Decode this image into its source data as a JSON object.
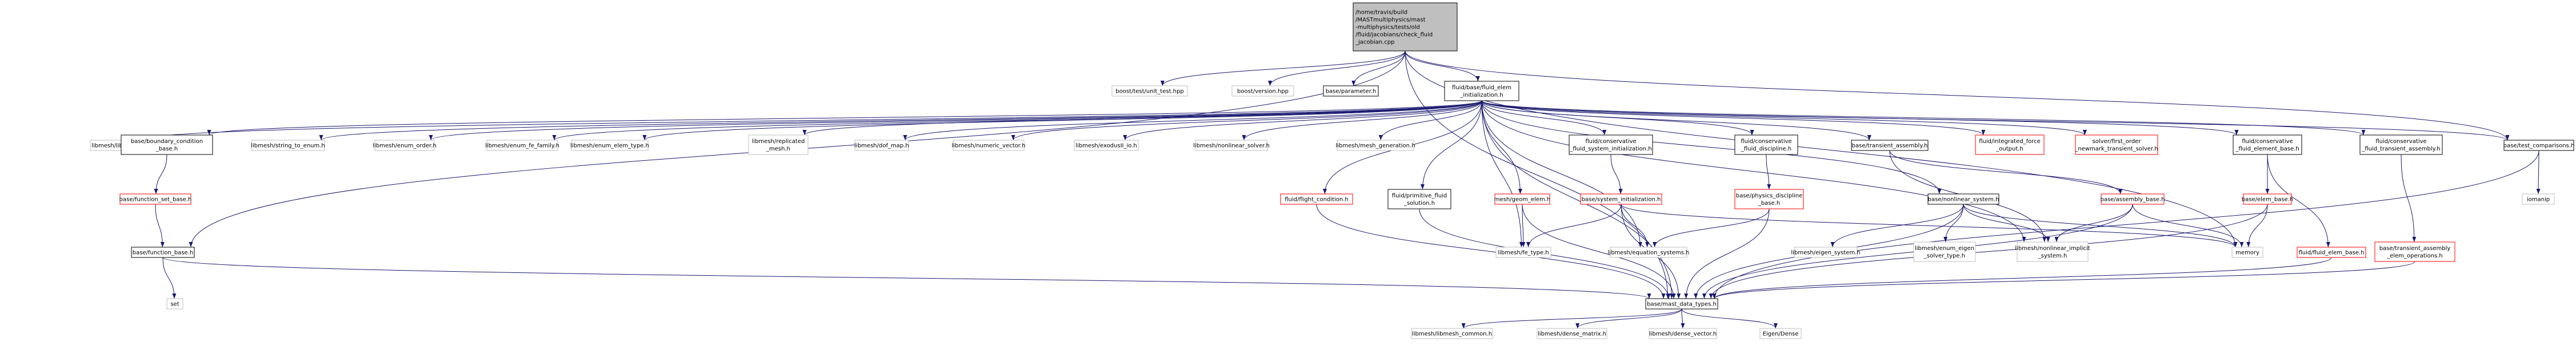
{
  "graph": {
    "nodes": [
      {
        "id": "root",
        "lines": [
          "/home/travis/build",
          "/MASTmultiphysics/mast",
          "-multiphysics/tests/old",
          "/fluid/jacobians/check_fluid",
          "_jacobian.cpp"
        ],
        "style": "root"
      },
      {
        "id": "unit_test",
        "lines": [
          "boost/test/unit_test.hpp"
        ],
        "style": "gray"
      },
      {
        "id": "version",
        "lines": [
          "boost/version.hpp"
        ],
        "style": "gray"
      },
      {
        "id": "parameter",
        "lines": [
          "base/parameter.h"
        ],
        "style": "black"
      },
      {
        "id": "fluid_elem_init",
        "lines": [
          "fluid/base/fluid_elem",
          "_initialization.h"
        ],
        "style": "black"
      },
      {
        "id": "test_comparisons",
        "lines": [
          "base/test_comparisons.h"
        ],
        "style": "black"
      },
      {
        "id": "libmesh_h",
        "lines": [
          "libmesh/libmesh.h"
        ],
        "style": "gray"
      },
      {
        "id": "boundary_cond",
        "lines": [
          "base/boundary_condition",
          "_base.h"
        ],
        "style": "black"
      },
      {
        "id": "string_to_enum",
        "lines": [
          "libmesh/string_to_enum.h"
        ],
        "style": "gray"
      },
      {
        "id": "enum_order",
        "lines": [
          "libmesh/enum_order.h"
        ],
        "style": "gray"
      },
      {
        "id": "enum_fe_family",
        "lines": [
          "libmesh/enum_fe_family.h"
        ],
        "style": "gray"
      },
      {
        "id": "enum_elem_type",
        "lines": [
          "libmesh/enum_elem_type.h"
        ],
        "style": "gray"
      },
      {
        "id": "replicated_mesh",
        "lines": [
          "libmesh/replicated",
          "_mesh.h"
        ],
        "style": "gray"
      },
      {
        "id": "dof_map",
        "lines": [
          "libmesh/dof_map.h"
        ],
        "style": "gray"
      },
      {
        "id": "numeric_vector",
        "lines": [
          "libmesh/numeric_vector.h"
        ],
        "style": "gray"
      },
      {
        "id": "exodusII_io",
        "lines": [
          "libmesh/exodusII_io.h"
        ],
        "style": "gray"
      },
      {
        "id": "nonlinear_solver",
        "lines": [
          "libmesh/nonlinear_solver.h"
        ],
        "style": "gray"
      },
      {
        "id": "mesh_generation",
        "lines": [
          "libmesh/mesh_generation.h"
        ],
        "style": "gray"
      },
      {
        "id": "cons_sys_init",
        "lines": [
          "fluid/conservative",
          "_fluid_system_initialization.h"
        ],
        "style": "black"
      },
      {
        "id": "cons_disc",
        "lines": [
          "fluid/conservative",
          "_fluid_discipline.h"
        ],
        "style": "black"
      },
      {
        "id": "transient_assembly",
        "lines": [
          "base/transient_assembly.h"
        ],
        "style": "black"
      },
      {
        "id": "integrated_force",
        "lines": [
          "fluid/integrated_force",
          "_output.h"
        ],
        "style": "red"
      },
      {
        "id": "first_order_newmark",
        "lines": [
          "solver/first_order",
          "_newmark_transient_solver.h"
        ],
        "style": "red"
      },
      {
        "id": "cons_elem_base",
        "lines": [
          "fluid/conservative",
          "_fluid_element_base.h"
        ],
        "style": "black"
      },
      {
        "id": "cons_trans_asm",
        "lines": [
          "fluid/conservative",
          "_fluid_transient_assembly.h"
        ],
        "style": "black"
      },
      {
        "id": "iomanip",
        "lines": [
          "iomanip"
        ],
        "style": "gray"
      },
      {
        "id": "function_set_base",
        "lines": [
          "base/function_set_base.h"
        ],
        "style": "red"
      },
      {
        "id": "flight_condition",
        "lines": [
          "fluid/flight_condition.h"
        ],
        "style": "red"
      },
      {
        "id": "primitive_solution",
        "lines": [
          "fluid/primitive_fluid",
          "_solution.h"
        ],
        "style": "black"
      },
      {
        "id": "geom_elem",
        "lines": [
          "mesh/geom_elem.h"
        ],
        "style": "red"
      },
      {
        "id": "system_init",
        "lines": [
          "base/system_initialization.h"
        ],
        "style": "red"
      },
      {
        "id": "physics_discipline",
        "lines": [
          "base/physics_discipline",
          "_base.h"
        ],
        "style": "red"
      },
      {
        "id": "nonlinear_system",
        "lines": [
          "base/nonlinear_system.h"
        ],
        "style": "black"
      },
      {
        "id": "assembly_base",
        "lines": [
          "base/assembly_base.h"
        ],
        "style": "red"
      },
      {
        "id": "elem_base",
        "lines": [
          "base/elem_base.h"
        ],
        "style": "red"
      },
      {
        "id": "fluid_elem_base",
        "lines": [
          "fluid/fluid_elem_base.h"
        ],
        "style": "red"
      },
      {
        "id": "trans_asm_elem_ops",
        "lines": [
          "base/transient_assembly",
          "_elem_operations.h"
        ],
        "style": "red"
      },
      {
        "id": "function_base",
        "lines": [
          "base/function_base.h"
        ],
        "style": "black"
      },
      {
        "id": "fe_type",
        "lines": [
          "libmesh/fe_type.h"
        ],
        "style": "gray"
      },
      {
        "id": "equation_systems",
        "lines": [
          "libmesh/equation_systems.h"
        ],
        "style": "gray"
      },
      {
        "id": "eigen_system",
        "lines": [
          "libmesh/eigen_system.h"
        ],
        "style": "gray"
      },
      {
        "id": "enum_eigen_solver",
        "lines": [
          "libmesh/enum_eigen",
          "_solver_type.h"
        ],
        "style": "gray"
      },
      {
        "id": "nonlinear_implicit",
        "lines": [
          "libmesh/nonlinear_implicit",
          "_system.h"
        ],
        "style": "gray"
      },
      {
        "id": "memory",
        "lines": [
          "memory"
        ],
        "style": "gray"
      },
      {
        "id": "set",
        "lines": [
          "set"
        ],
        "style": "gray"
      },
      {
        "id": "mast_data_types",
        "lines": [
          "base/mast_data_types.h"
        ],
        "style": "black"
      },
      {
        "id": "libmesh_common",
        "lines": [
          "libmesh/libmesh_common.h"
        ],
        "style": "gray"
      },
      {
        "id": "dense_matrix",
        "lines": [
          "libmesh/dense_matrix.h"
        ],
        "style": "gray"
      },
      {
        "id": "dense_vector",
        "lines": [
          "libmesh/dense_vector.h"
        ],
        "style": "gray"
      },
      {
        "id": "eigen_dense",
        "lines": [
          "Eigen/Dense"
        ],
        "style": "gray"
      }
    ],
    "edges": [
      [
        "root",
        "unit_test"
      ],
      [
        "root",
        "version"
      ],
      [
        "root",
        "parameter"
      ],
      [
        "root",
        "fluid_elem_init"
      ],
      [
        "root",
        "test_comparisons"
      ],
      [
        "root",
        "function_base"
      ],
      [
        "root",
        "memory"
      ],
      [
        "root",
        "mast_data_types"
      ],
      [
        "fluid_elem_init",
        "libmesh_h"
      ],
      [
        "fluid_elem_init",
        "boundary_cond"
      ],
      [
        "fluid_elem_init",
        "string_to_enum"
      ],
      [
        "fluid_elem_init",
        "enum_order"
      ],
      [
        "fluid_elem_init",
        "enum_fe_family"
      ],
      [
        "fluid_elem_init",
        "enum_elem_type"
      ],
      [
        "fluid_elem_init",
        "replicated_mesh"
      ],
      [
        "fluid_elem_init",
        "dof_map"
      ],
      [
        "fluid_elem_init",
        "numeric_vector"
      ],
      [
        "fluid_elem_init",
        "exodusII_io"
      ],
      [
        "fluid_elem_init",
        "nonlinear_solver"
      ],
      [
        "fluid_elem_init",
        "mesh_generation"
      ],
      [
        "fluid_elem_init",
        "cons_sys_init"
      ],
      [
        "fluid_elem_init",
        "cons_disc"
      ],
      [
        "fluid_elem_init",
        "transient_assembly"
      ],
      [
        "fluid_elem_init",
        "integrated_force"
      ],
      [
        "fluid_elem_init",
        "first_order_newmark"
      ],
      [
        "fluid_elem_init",
        "cons_elem_base"
      ],
      [
        "fluid_elem_init",
        "cons_trans_asm"
      ],
      [
        "fluid_elem_init",
        "test_comparisons"
      ],
      [
        "fluid_elem_init",
        "flight_condition"
      ],
      [
        "fluid_elem_init",
        "primitive_solution"
      ],
      [
        "fluid_elem_init",
        "geom_elem"
      ],
      [
        "fluid_elem_init",
        "fe_type"
      ],
      [
        "fluid_elem_init",
        "equation_systems"
      ],
      [
        "fluid_elem_init",
        "nonlinear_system"
      ],
      [
        "fluid_elem_init",
        "nonlinear_implicit"
      ],
      [
        "fluid_elem_init",
        "mast_data_types"
      ],
      [
        "boundary_cond",
        "function_set_base"
      ],
      [
        "function_set_base",
        "function_base"
      ],
      [
        "function_base",
        "set"
      ],
      [
        "function_base",
        "mast_data_types"
      ],
      [
        "test_comparisons",
        "iomanip"
      ],
      [
        "test_comparisons",
        "mast_data_types"
      ],
      [
        "cons_sys_init",
        "system_init"
      ],
      [
        "system_init",
        "fe_type"
      ],
      [
        "system_init",
        "equation_systems"
      ],
      [
        "system_init",
        "mast_data_types"
      ],
      [
        "system_init",
        "memory"
      ],
      [
        "cons_disc",
        "physics_discipline"
      ],
      [
        "physics_discipline",
        "equation_systems"
      ],
      [
        "physics_discipline",
        "mast_data_types"
      ],
      [
        "transient_assembly",
        "assembly_base"
      ],
      [
        "transient_assembly",
        "nonlinear_implicit"
      ],
      [
        "assembly_base",
        "nonlinear_implicit"
      ],
      [
        "assembly_base",
        "memory"
      ],
      [
        "assembly_base",
        "mast_data_types"
      ],
      [
        "nonlinear_system",
        "eigen_system"
      ],
      [
        "nonlinear_system",
        "enum_eigen_solver"
      ],
      [
        "nonlinear_system",
        "nonlinear_implicit"
      ],
      [
        "nonlinear_system",
        "memory"
      ],
      [
        "nonlinear_system",
        "mast_data_types"
      ],
      [
        "cons_elem_base",
        "elem_base"
      ],
      [
        "cons_elem_base",
        "fluid_elem_base"
      ],
      [
        "elem_base",
        "memory"
      ],
      [
        "elem_base",
        "mast_data_types"
      ],
      [
        "fluid_elem_base",
        "mast_data_types"
      ],
      [
        "cons_trans_asm",
        "trans_asm_elem_ops"
      ],
      [
        "trans_asm_elem_ops",
        "mast_data_types"
      ],
      [
        "flight_condition",
        "mast_data_types"
      ],
      [
        "primitive_solution",
        "mast_data_types"
      ],
      [
        "geom_elem",
        "fe_type"
      ],
      [
        "geom_elem",
        "mast_data_types"
      ],
      [
        "mast_data_types",
        "libmesh_common"
      ],
      [
        "mast_data_types",
        "dense_matrix"
      ],
      [
        "mast_data_types",
        "dense_vector"
      ],
      [
        "mast_data_types",
        "eigen_dense"
      ]
    ]
  },
  "colors": {
    "edge": "#191970",
    "border_black": "#000000",
    "border_gray": "#bfbfbf",
    "border_red": "#ff0000",
    "root_fill": "#bfbfbf",
    "node_fill": "#ffffff",
    "text": "#000000"
  }
}
